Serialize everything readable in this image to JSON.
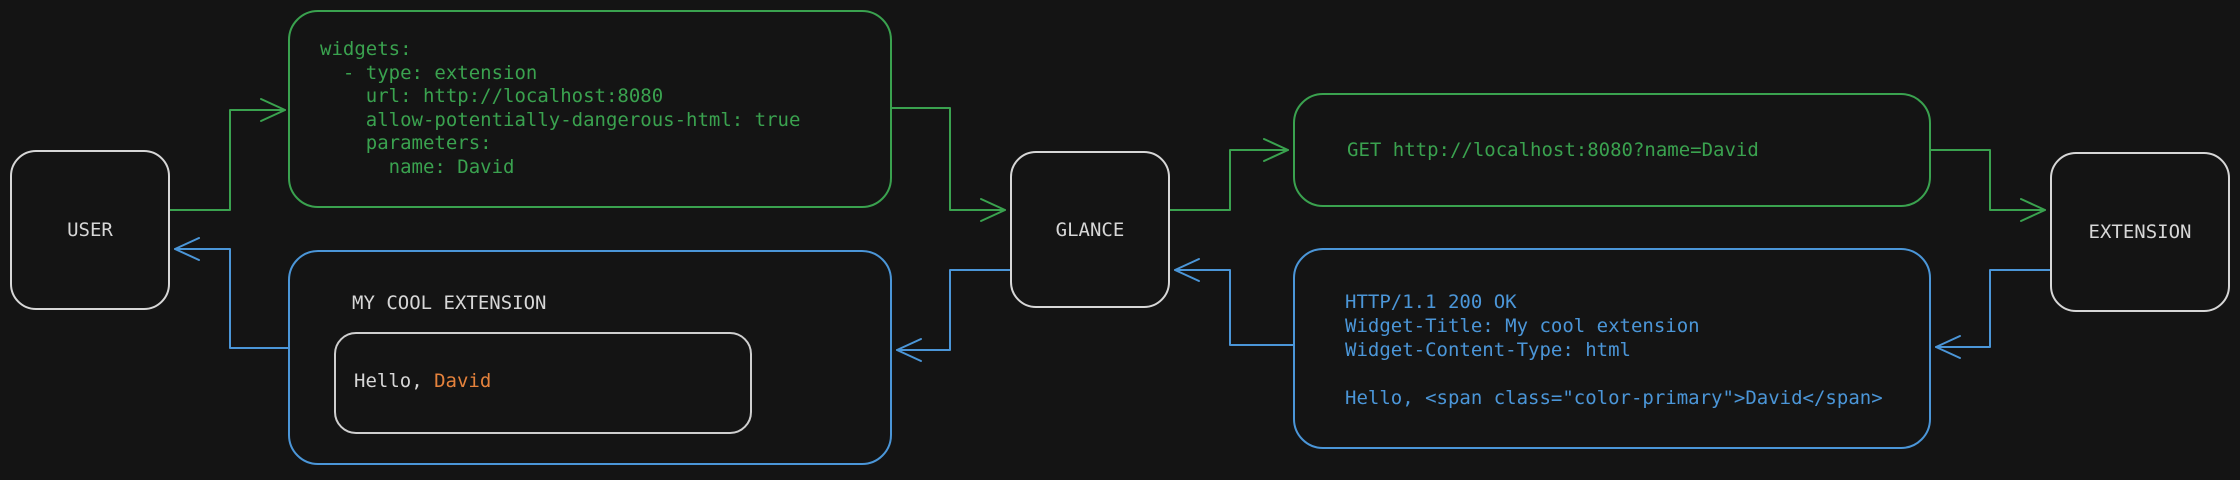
{
  "diagram": {
    "nodes": {
      "user": {
        "label": "USER"
      },
      "glance": {
        "label": "GLANCE"
      },
      "extension": {
        "label": "EXTENSION"
      }
    },
    "config_box": {
      "code": "widgets:\n  - type: extension\n    url: http://localhost:8080\n    allow-potentially-dangerous-html: true\n    parameters:\n      name: David"
    },
    "request_box": {
      "code": "GET http://localhost:8080?name=David"
    },
    "response_box": {
      "code": "HTTP/1.1 200 OK\nWidget-Title: My cool extension\nWidget-Content-Type: html\n\nHello, <span class=\"color-primary\">David</span>"
    },
    "widget_box": {
      "title": "MY COOL EXTENSION",
      "greeting_prefix": "Hello, ",
      "greeting_name": "David"
    },
    "colors": {
      "background": "#141414",
      "green": "#3aa24f",
      "blue": "#4b96d8",
      "foreground": "#d7d7d7",
      "orange": "#e5823c"
    }
  }
}
